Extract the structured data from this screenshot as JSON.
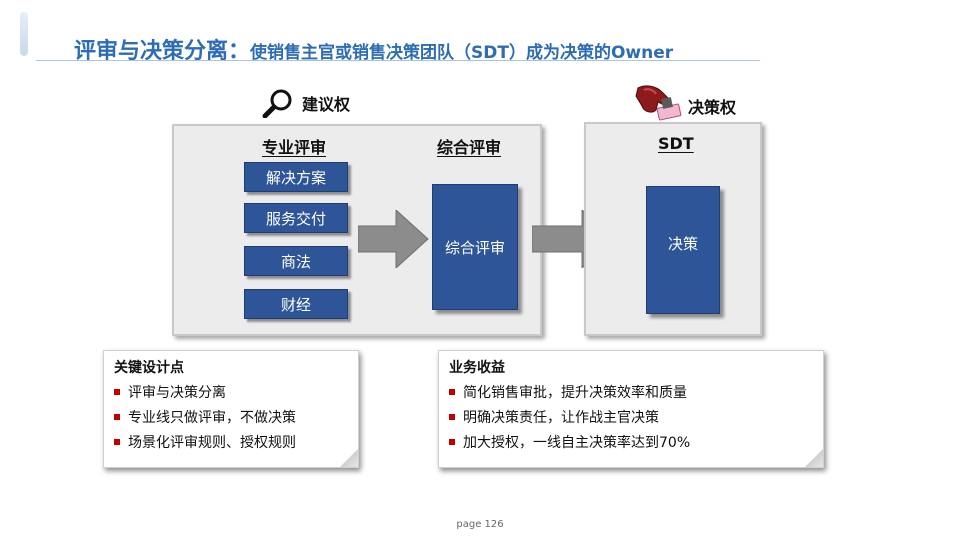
{
  "title": {
    "main": "评审与决策分离：",
    "sub": "使销售主官或销售决策团队（SDT）成为决策的Owner"
  },
  "tags": {
    "advice": "建议权",
    "decision": "决策权"
  },
  "left_panel": {
    "professional_review": "专业评审",
    "items": [
      "解决方案",
      "服务交付",
      "商法",
      "财经"
    ],
    "comprehensive_header": "综合评审",
    "comprehensive_box": "综合评审"
  },
  "right_panel": {
    "header": "SDT",
    "box": "决策"
  },
  "notes": {
    "design": {
      "title": "关键设计点",
      "items": [
        "评审与决策分离",
        "专业线只做评审，不做决策",
        "场景化评审规则、授权规则"
      ]
    },
    "benefits": {
      "title": "业务收益",
      "items": [
        "简化销售审批，提升决策效率和质量",
        "明确决策责任，让作战主官决策",
        "加大授权，一线自主决策率达到70%"
      ]
    }
  },
  "page": "page 126",
  "colors": {
    "title_blue": "#2e6db4",
    "box_blue": "#2e5597",
    "bullet_red": "#c00000",
    "arrow_grey": "#8c8c8c",
    "panel_grey": "#ececec"
  }
}
